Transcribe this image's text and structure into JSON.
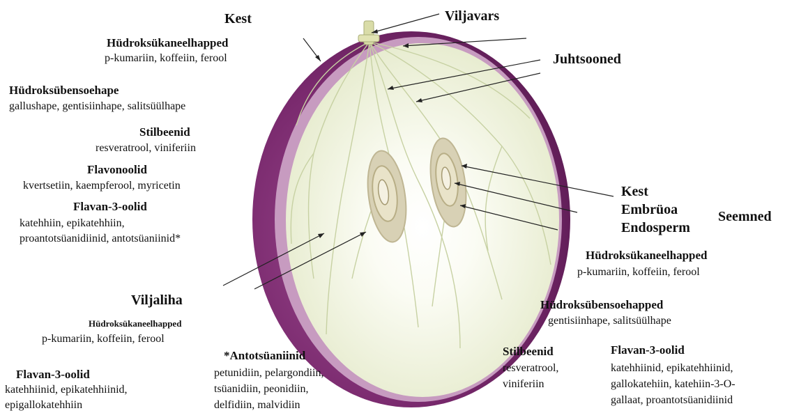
{
  "labels": {
    "kest": "Kest",
    "viljavars": "Viljavars",
    "juhtsooned": "Juhtsooned",
    "seed_kest": "Kest",
    "seed_embryo": "Embrüoa",
    "seed_endosperm": "Endosperm",
    "seemned": "Seemned",
    "viljaliha": "Viljaliha"
  },
  "skin_compounds": {
    "hydroxycinnamic_title": "Hüdroksükaneelhapped",
    "hydroxycinnamic_list": "p-kumariin, koffeiin, ferool",
    "hydroxybenzoic_title": "Hüdroksübensoehape",
    "hydroxybenzoic_list": "gallushape, gentisiinhape, salitsüülhape",
    "stilbenes_title": "Stilbeenid",
    "stilbenes_list": "resveratrool, viniferiin",
    "flavonols_title": "Flavonoolid",
    "flavonols_list": "kvertsetiin, kaempferool, myricetin",
    "flavan_title": "Flavan-3-oolid",
    "flavan_line1": "katehhiin, epikatehhiin,",
    "flavan_line2": "proantotsüanidiinid, antotsüaniinid*"
  },
  "pulp_compounds": {
    "hydroxycinnamic_title": "Hüdroksükaneelhapped",
    "hydroxycinnamic_list": "p-kumariin, koffeiin, ferool",
    "flavan_title": "Flavan-3-oolid",
    "flavan_line1": "katehhiinid, epikatehhiinid,",
    "flavan_line2": "epigallokatehhiin"
  },
  "anthocyanins": {
    "title": "*Antotsüaniinid",
    "line1": "petunidiin, pelargondiin,",
    "line2": "tsüanidiin, peonidiin,",
    "line3": "delfidiin, malvidiin"
  },
  "seed_compounds": {
    "hydroxycinnamic_title": "Hüdroksükaneelhapped",
    "hydroxycinnamic_list": "p-kumariin, koffeiin, ferool",
    "hydroxybenzoic_title": "Hüdroksübensoehapped",
    "hydroxybenzoic_list": "gentisiinhape, salitsüülhape",
    "stilbenes_title": "Stilbeenid",
    "stilbenes_line1": "resveratrool,",
    "stilbenes_line2": "viniferiin",
    "flavan_title": "Flavan-3-oolid",
    "flavan_line1": "katehhiinid, epikatehhiinid,",
    "flavan_line2": "gallokatehiin, katehiin-3-O-",
    "flavan_line3": "gallaat, proantotsüanidiinid"
  },
  "colors": {
    "skin_outer": "#7a2a6e",
    "skin_rim": "#c79bc0",
    "pulp": "#eef2dc",
    "pulp_center": "#ffffff",
    "veins": "#c7d1a3",
    "seed_outer": "#d8d1b5",
    "seed_inner": "#f5f1e2",
    "arrow": "#222222"
  }
}
